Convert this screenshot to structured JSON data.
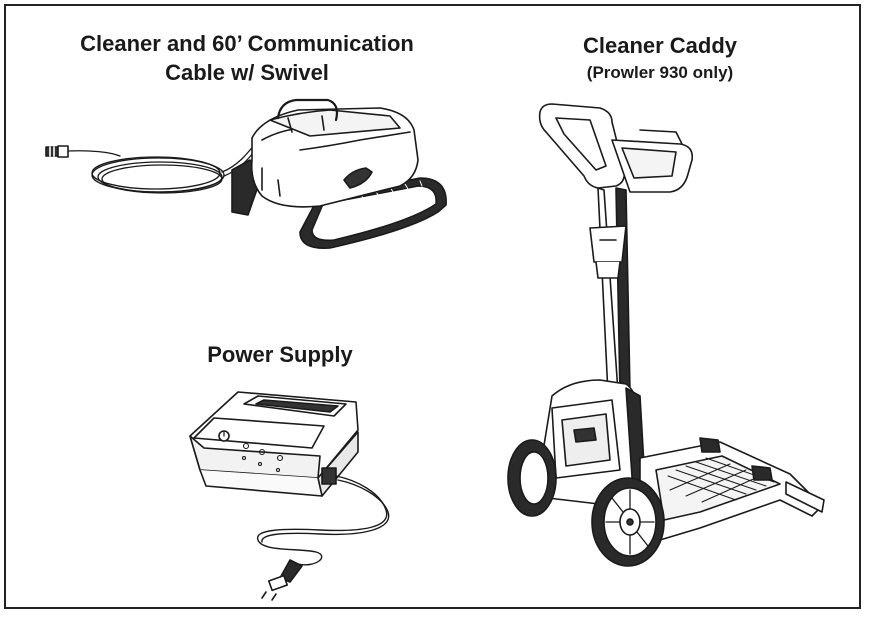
{
  "sections": {
    "cleaner": {
      "title_line1": "Cleaner and 60’ Communication",
      "title_line2": "Cable w/ Swivel"
    },
    "caddy": {
      "title": "Cleaner Caddy",
      "subtitle": "(Prowler 930 only)"
    },
    "power_supply": {
      "title": "Power Supply"
    }
  }
}
